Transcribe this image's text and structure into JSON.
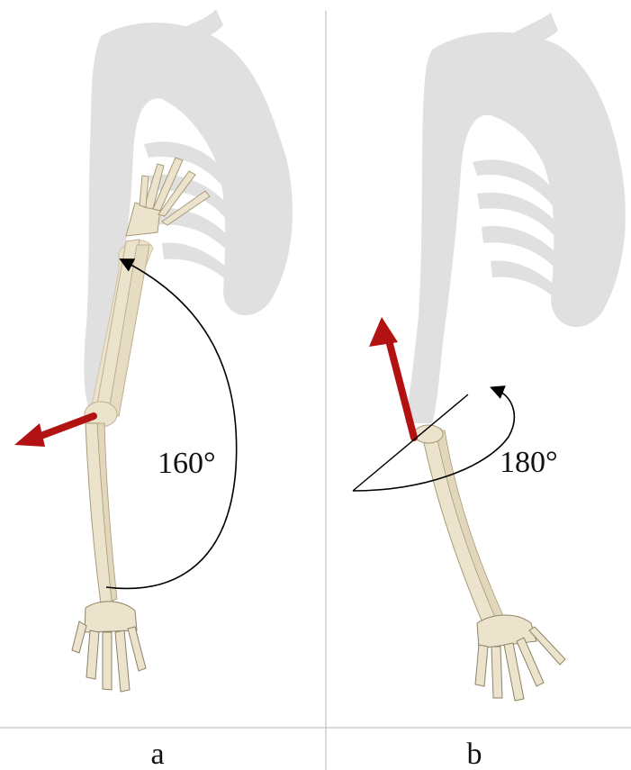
{
  "panels": [
    {
      "label": "a",
      "angle_label": "160°"
    },
    {
      "label": "b",
      "angle_label": "180°"
    }
  ],
  "colors": {
    "bone": "#ece3cc",
    "bone_shadow": "#cfc3a5",
    "torso": "#e0e0e0",
    "arrow": "#b21212",
    "arc": "#000000",
    "divider": "#b5b5b5"
  }
}
